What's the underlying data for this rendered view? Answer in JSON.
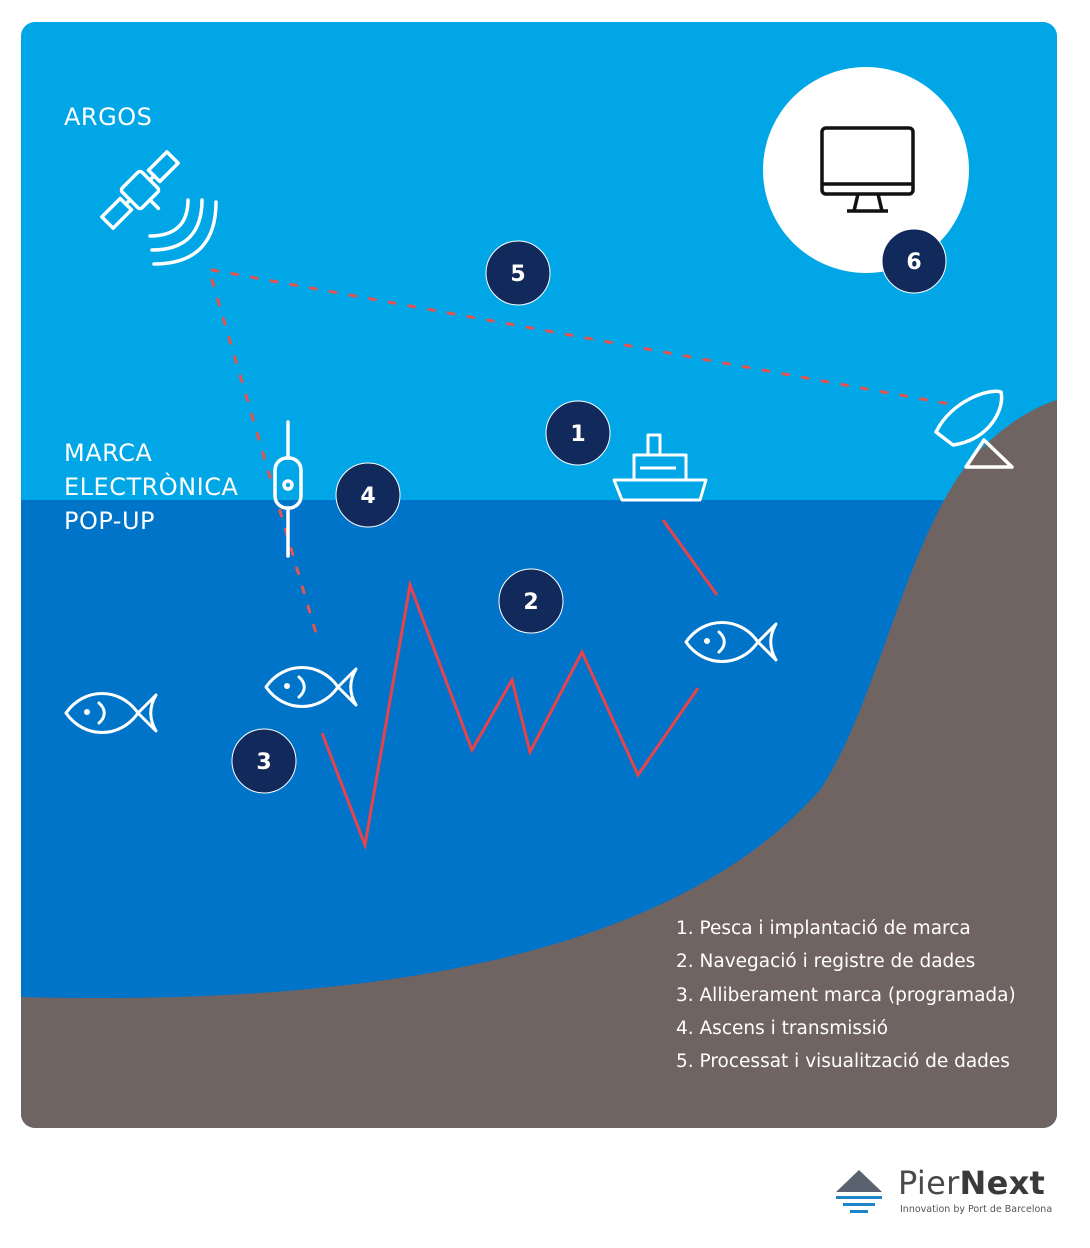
{
  "labels": {
    "argos": "ARGOS",
    "tag_line1": "MARCA",
    "tag_line2": "ELECTRÒNICA",
    "tag_line3": "POP-UP"
  },
  "badges": [
    "1",
    "2",
    "3",
    "4",
    "5",
    "6"
  ],
  "legend": [
    "1. Pesca i implantació de marca",
    "2. Navegació i registre de dades",
    "3. Alliberament marca (programada)",
    "4. Ascens i transmissió",
    "5. Processat i visualització de dades"
  ],
  "brand": {
    "name_regular": "Pier",
    "name_bold": "Next",
    "tagline": "Innovation by Port de Barcelona"
  },
  "colors": {
    "sky": "#00a6e6",
    "sea": "#0074c9",
    "seabed": "#706462",
    "badge": "#122a5b",
    "track": "#e8434a",
    "link": "#e25552"
  },
  "icons": [
    "satellite-icon",
    "monitor-icon",
    "ship-icon",
    "satellite-dish-icon",
    "pop-up-tag-icon",
    "fish-icon"
  ]
}
